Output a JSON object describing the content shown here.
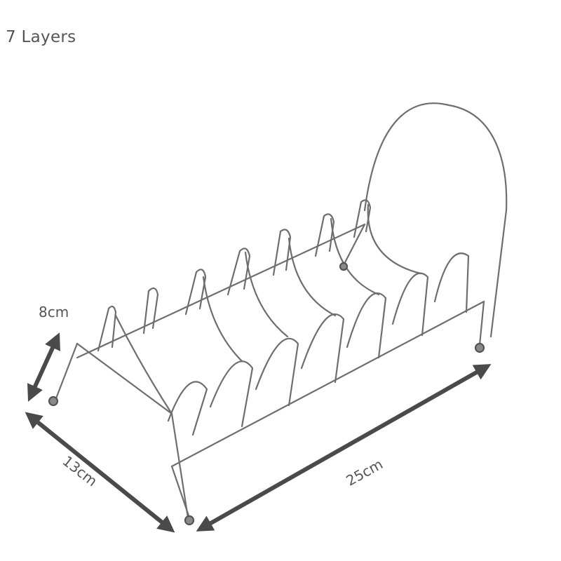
{
  "title": "7 Layers",
  "dimensions": {
    "height": "8cm",
    "depth": "13cm",
    "length": "25cm"
  },
  "colors": {
    "text": "#555555",
    "arrow": "#4a4a4a",
    "wire": "#6e6e6e",
    "background": "#ffffff"
  }
}
